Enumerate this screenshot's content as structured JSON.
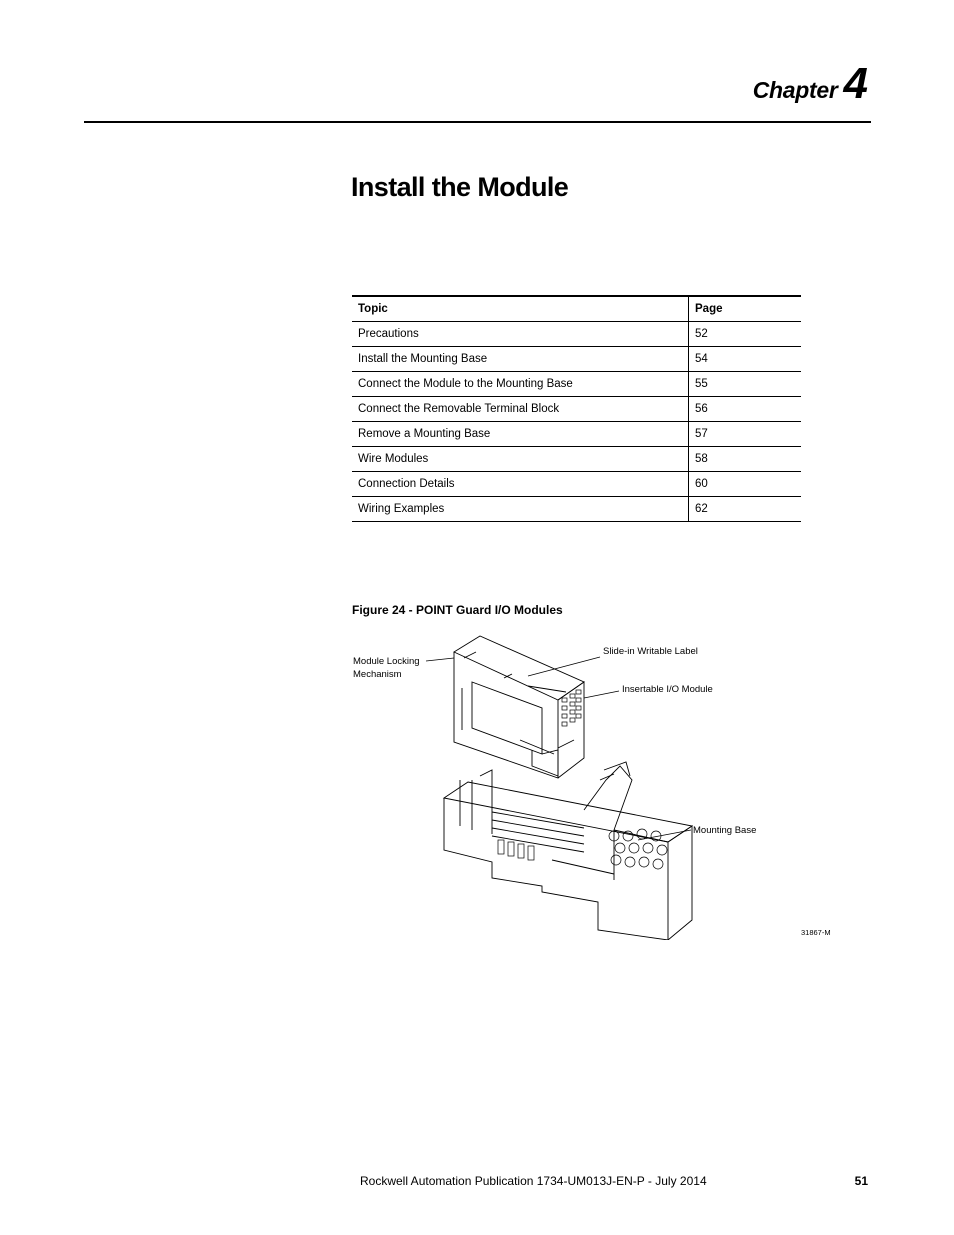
{
  "header": {
    "chapter_word": "Chapter",
    "chapter_number": "4"
  },
  "title": "Install the Module",
  "toc": {
    "headers": [
      "Topic",
      "Page"
    ],
    "rows": [
      {
        "topic": "Precautions",
        "page": "52"
      },
      {
        "topic": "Install the Mounting Base",
        "page": "54"
      },
      {
        "topic": "Connect the Module to the Mounting Base",
        "page": "55"
      },
      {
        "topic": "Connect the Removable Terminal Block",
        "page": "56"
      },
      {
        "topic": "Remove a Mounting Base",
        "page": "57"
      },
      {
        "topic": "Wire Modules",
        "page": "58"
      },
      {
        "topic": "Connection Details",
        "page": "60"
      },
      {
        "topic": "Wiring Examples",
        "page": "62"
      }
    ]
  },
  "figure": {
    "caption": "Figure 24 - POINT Guard I/O Modules",
    "labels": {
      "locking_line1": "Module Locking",
      "locking_line2": "Mechanism",
      "label_slot": "Slide-in Writable Label",
      "io_module": "Insertable I/O Module",
      "mounting_base": "Mounting Base",
      "figure_id": "31867-M"
    }
  },
  "footer": {
    "publication": "Rockwell Automation Publication 1734-UM013J-EN-P - July 2014",
    "page_number": "51"
  }
}
